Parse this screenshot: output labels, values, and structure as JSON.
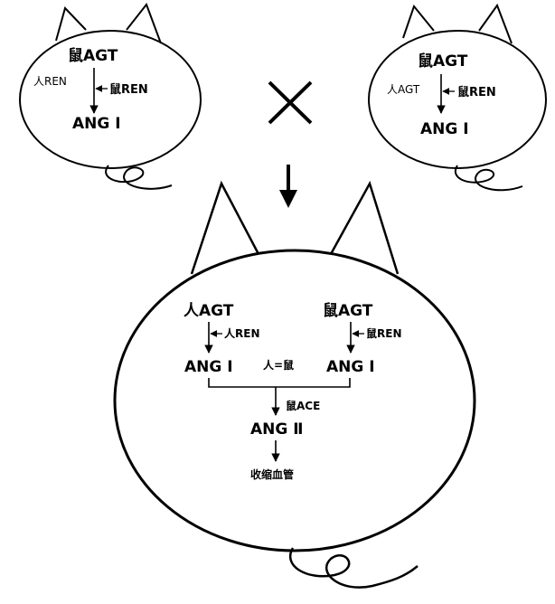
{
  "parent_left": {
    "substrate": "鼠AGT",
    "enzyme_side": "人REN",
    "enzyme_arrow": "鼠REN",
    "product": "ANG Ⅰ"
  },
  "cross_symbol": "×",
  "parent_right": {
    "substrate": "鼠AGT",
    "substrate_side": "人AGT",
    "enzyme_arrow": "鼠REN",
    "product": "ANG Ⅰ"
  },
  "offspring": {
    "left_substrate": "人AGT",
    "left_enzyme": "人REN",
    "left_product": "ANG Ⅰ",
    "right_substrate": "鼠AGT",
    "right_enzyme": "鼠REN",
    "right_product": "ANG Ⅰ",
    "equality_note": "人=鼠",
    "converting_enzyme": "鼠ACE",
    "final_product": "ANG Ⅱ",
    "effect": "收缩血管"
  }
}
